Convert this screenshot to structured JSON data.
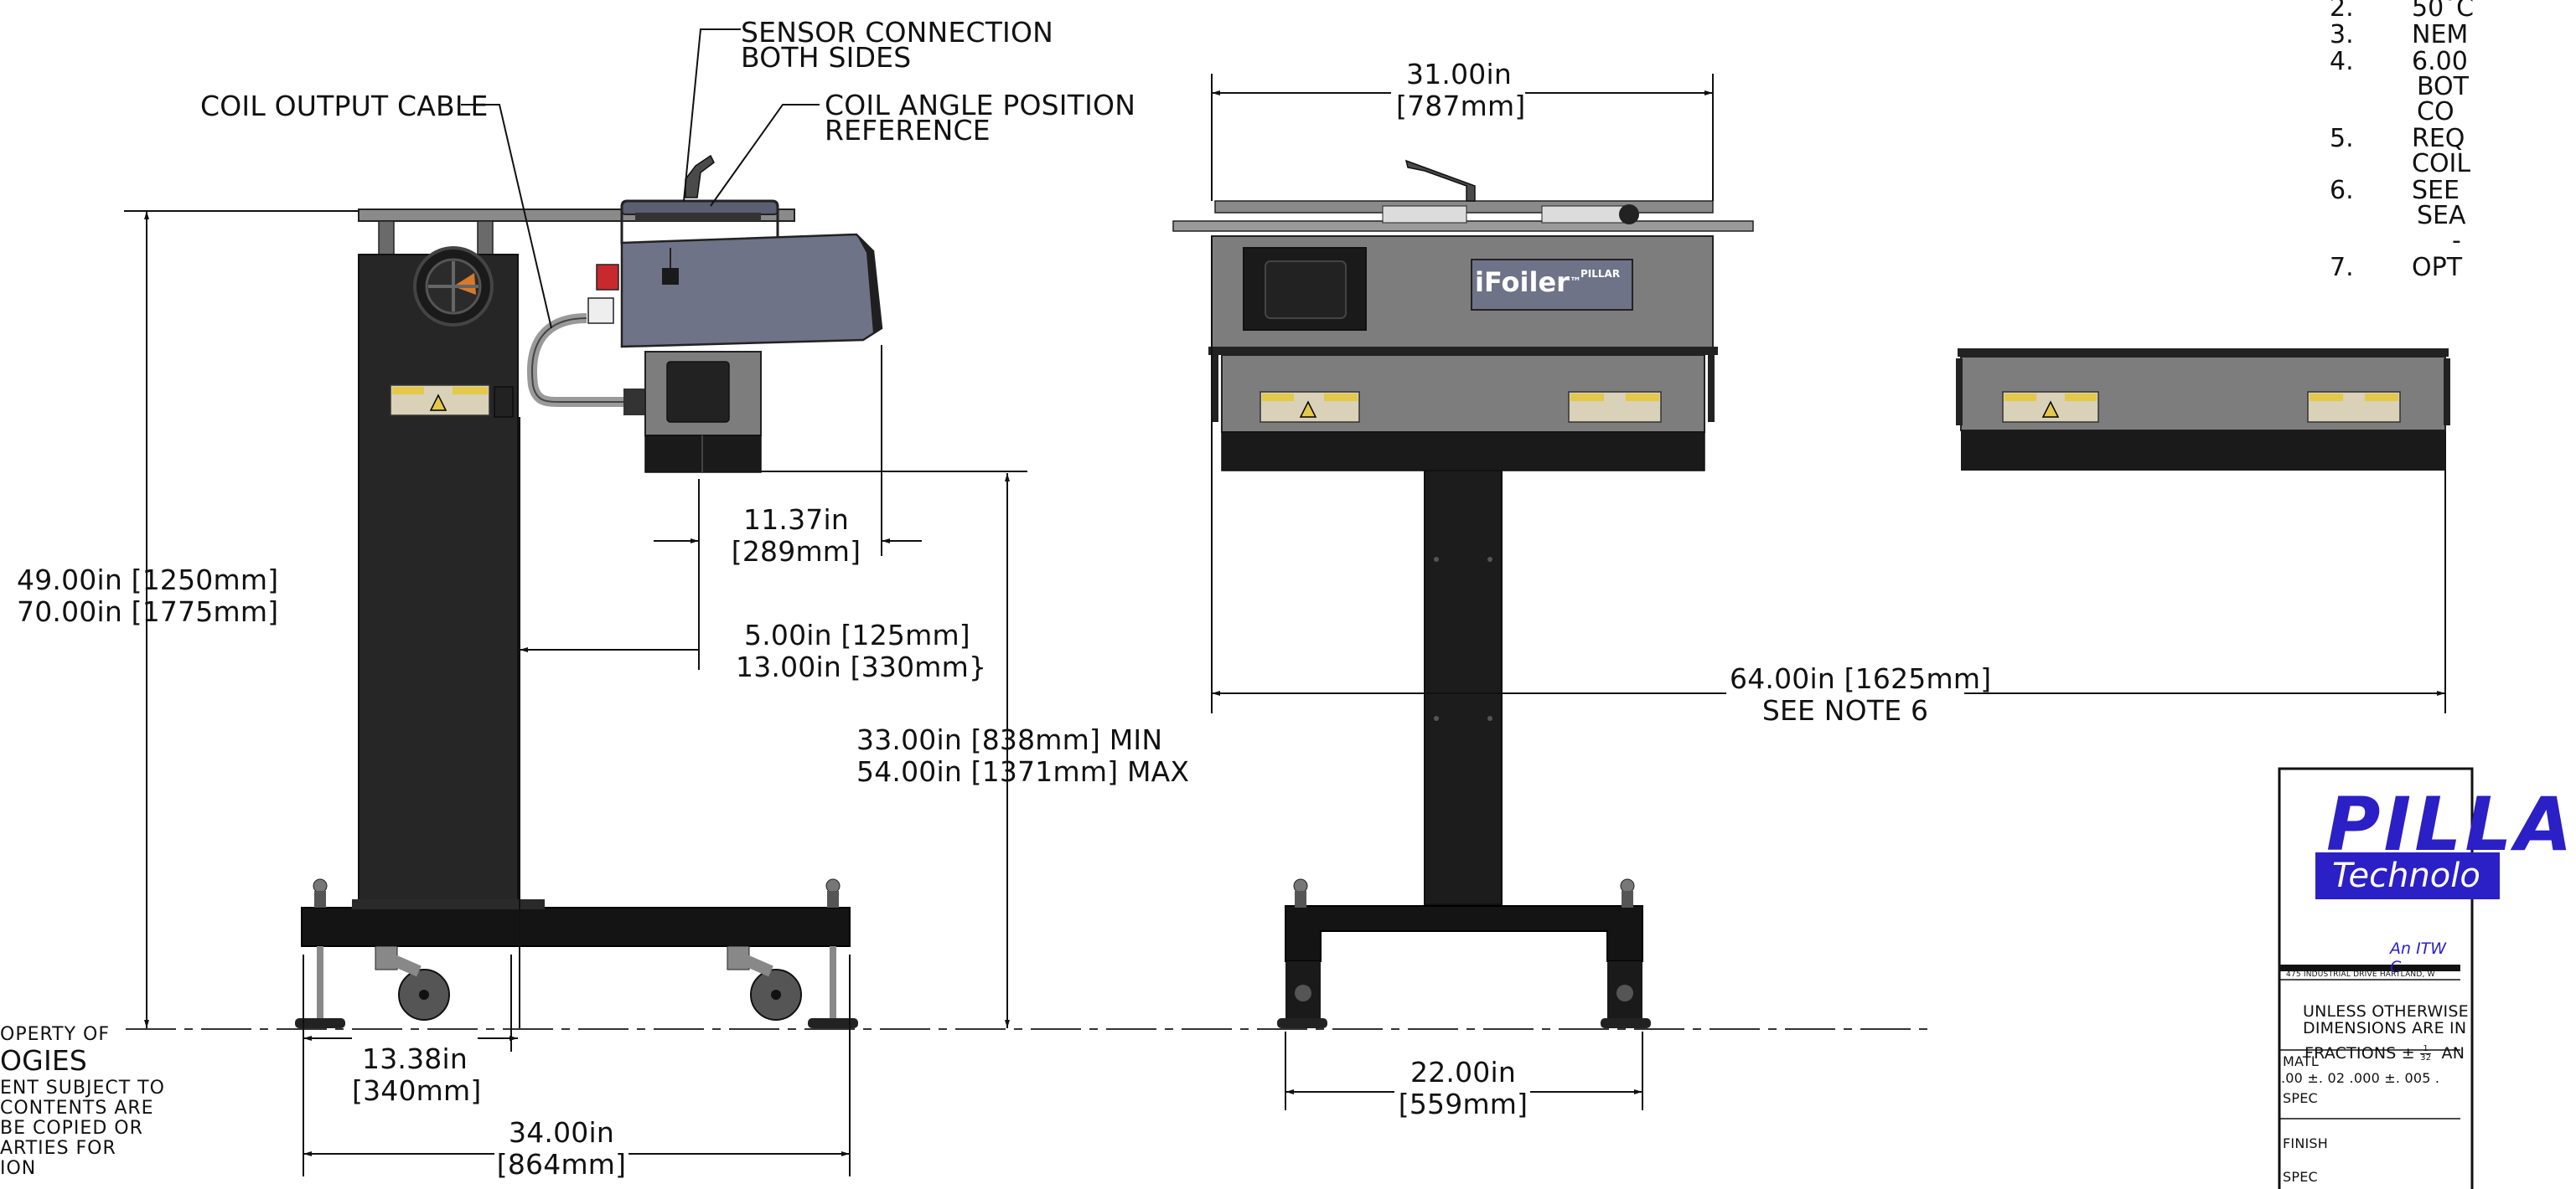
{
  "callouts": {
    "sensor_connection": [
      "SENSOR CONNECTION",
      "BOTH SIDES"
    ],
    "coil_output_cable": "COIL OUTPUT CABLE",
    "coil_angle_position": [
      "COIL ANGLE POSITION",
      "REFERENCE"
    ]
  },
  "dimensions": {
    "height_1": "49.00in [1250mm]",
    "height_2": "70.00in [1775mm]",
    "coil_offset_in": "11.37in",
    "coil_offset_mm": "[289mm]",
    "reach_1": "5.00in [125mm]",
    "reach_2": "13.00in [330mm}",
    "stand_min": "33.00in [838mm] MIN",
    "stand_max": "54.00in [1371mm] MAX",
    "base_inner_in": "13.38in",
    "base_inner_mm": "[340mm]",
    "base_outer_in": "34.00in",
    "base_outer_mm": "[864mm]",
    "front_width_in": "31.00in",
    "front_width_mm": "[787mm]",
    "front_base_in": "22.00in",
    "front_base_mm": "[559mm]",
    "overall_width": "64.00in [1625mm]",
    "overall_note": "SEE NOTE 6"
  },
  "notes": [
    {
      "num": "2.",
      "text": "50˚C"
    },
    {
      "num": "3.",
      "text": "NEM"
    },
    {
      "num": "4.",
      "text": "6.00"
    },
    {
      "num": "",
      "text": "BOT"
    },
    {
      "num": "",
      "text": "CO"
    },
    {
      "num": "5.",
      "text": "REQ"
    },
    {
      "num": "",
      "text": "COIL"
    },
    {
      "num": "6.",
      "text": "SEE"
    },
    {
      "num": "",
      "text": "SEA"
    },
    {
      "num": "",
      "text": "-"
    },
    {
      "num": "7.",
      "text": "OPT"
    }
  ],
  "proprietary": {
    "line1": "OPERTY OF",
    "line2": "OGIES",
    "line3": "ENT SUBJECT TO",
    "line4": "CONTENTS ARE",
    "line5": "BE COPIED OR",
    "line6": "ARTIES FOR",
    "line7": "ION"
  },
  "title_block": {
    "logo_main": "PILLA",
    "logo_sub": "Technolo",
    "logo_itw": "An ITW C",
    "address": "475 INDUSTRIAL DRIVE HARTLAND, W",
    "unless_1": "UNLESS OTHERWISE",
    "unless_2": "DIMENSIONS ARE IN",
    "fractions": "FRACTIONS ±",
    "fraction_num": "1",
    "fraction_den": "32",
    "angles": "AN",
    "decimals": ".00 ±. 02  .000 ±. 005  .",
    "matl": "MATL",
    "spec1": "SPEC",
    "finish": "FINISH",
    "spec2": "SPEC"
  },
  "machine": {
    "brand": "iFoiler",
    "tm": "™",
    "maker": "PILLAR"
  },
  "colors": {
    "line": "#111111",
    "stand_dark": "#262626",
    "stand_black": "#141414",
    "housing_gray": "#7d7d7d",
    "housing_light": "#9a9a9a",
    "panel_blue_gray": "#6f7388",
    "logo_blue": "#2b1fc6",
    "warning_yellow": "#e3c84a",
    "accent_orange": "#d87a2a",
    "accent_red": "#c8282e"
  }
}
